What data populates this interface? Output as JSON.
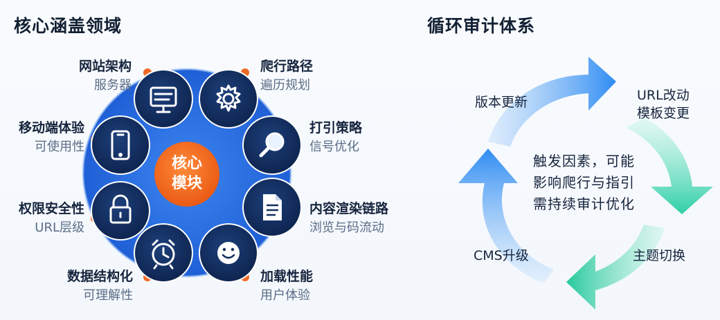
{
  "left": {
    "title": "核心涵盖领域",
    "center": {
      "line1": "核心",
      "line2": "模块"
    },
    "nodes": [
      {
        "title": "网站架构",
        "subtitle": "服务器",
        "icon": "monitor-icon"
      },
      {
        "title": "爬行路径",
        "subtitle": "遍历规划",
        "icon": "gear-icon"
      },
      {
        "title": "移动端体验",
        "subtitle": "可使用性",
        "icon": "smartphone-icon"
      },
      {
        "title": "打引策略",
        "subtitle": "信号优化",
        "icon": "magnifier-icon"
      },
      {
        "title": "权限安全性",
        "subtitle": "URL层级",
        "icon": "padlock-icon"
      },
      {
        "title": "内容渲染链路",
        "subtitle": "浏览与码流动",
        "icon": "document-icon"
      },
      {
        "title": "数据结构化",
        "subtitle": "可理解性",
        "icon": "alarm-clock-icon"
      },
      {
        "title": "加载性能",
        "subtitle": "用户体验",
        "icon": "smiley-icon"
      }
    ]
  },
  "right": {
    "title": "循环审计体系",
    "center_lines": [
      "触发因素，可能",
      "影响爬行与指引",
      "需持续审计优化"
    ],
    "labels": {
      "top_left": "版本更新",
      "top_right": [
        "URL改动",
        "模板变更"
      ],
      "bottom_right": "主题切换",
      "bottom_left": "CMS升级"
    }
  },
  "colors": {
    "ring": "#2a6fe0",
    "node": "#112d5e",
    "core": "#f26b1d",
    "dot": "#ef6a25",
    "arrow_blue": "#2f8cf2",
    "arrow_green": "#2ecfa6"
  }
}
